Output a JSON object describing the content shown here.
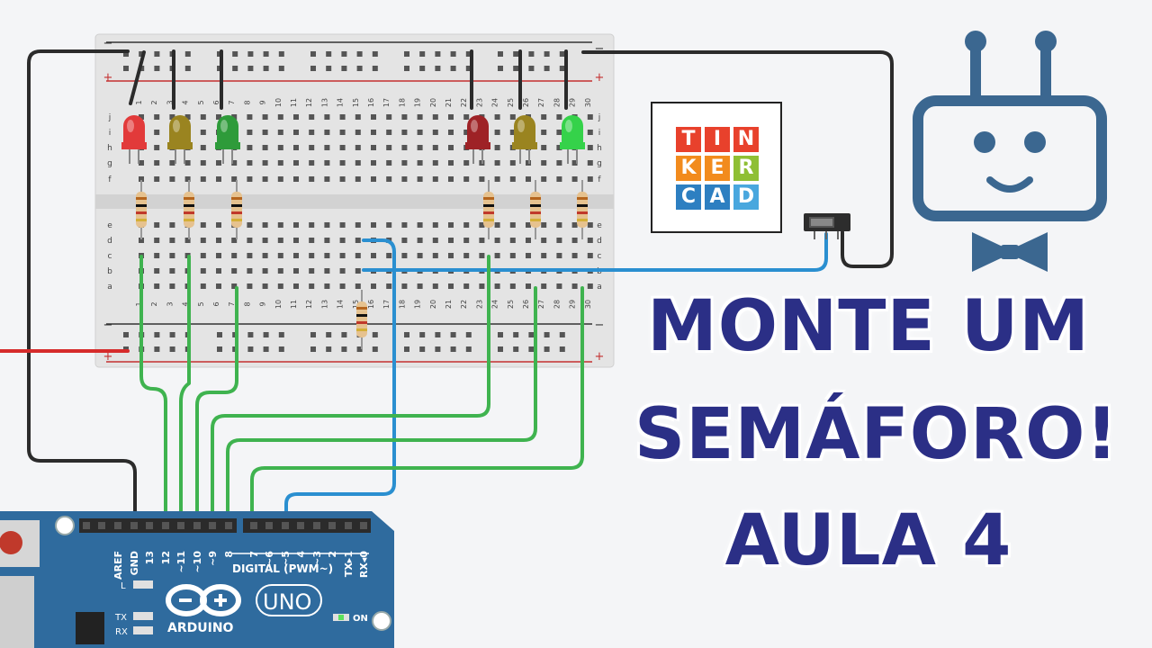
{
  "headline": {
    "line1": "MONTE UM",
    "line2": "SEMÁFORO!",
    "line3": "AULA 4"
  },
  "tinkercad_logo": {
    "letters": [
      {
        "char": "T",
        "color": "#e8412c"
      },
      {
        "char": "I",
        "color": "#e8412c"
      },
      {
        "char": "N",
        "color": "#e8412c"
      },
      {
        "char": "K",
        "color": "#f28b1d"
      },
      {
        "char": "E",
        "color": "#f28b1d"
      },
      {
        "char": "R",
        "color": "#8fbf34"
      },
      {
        "char": "C",
        "color": "#2d7fc1"
      },
      {
        "char": "A",
        "color": "#2d7fc1"
      },
      {
        "char": "D",
        "color": "#49a7de"
      }
    ]
  },
  "breadboard": {
    "top_rows": [
      "j",
      "i",
      "h",
      "g",
      "f"
    ],
    "bottom_rows": [
      "e",
      "d",
      "c",
      "b",
      "a"
    ],
    "columns": [
      "1",
      "2",
      "3",
      "4",
      "5",
      "6",
      "7",
      "8",
      "9",
      "10",
      "11",
      "12",
      "13",
      "14",
      "15",
      "16",
      "17",
      "18",
      "19",
      "20",
      "21",
      "22",
      "23",
      "24",
      "25",
      "26",
      "27",
      "28",
      "29",
      "30"
    ],
    "rail_minus": "−",
    "rail_plus": "+",
    "leds": [
      {
        "name": "red-led-left",
        "color": "#e23a3a"
      },
      {
        "name": "yellow-led-left",
        "color": "#9a8420"
      },
      {
        "name": "green-led-left",
        "color": "#2e9b3a"
      },
      {
        "name": "red-led-right",
        "color": "#9e2226"
      },
      {
        "name": "yellow-led-right",
        "color": "#9a8420"
      },
      {
        "name": "green-led-right",
        "color": "#35d24a"
      }
    ]
  },
  "arduino": {
    "pin_labels": [
      "AREF",
      "GND",
      "13",
      "12",
      "~11",
      "~10",
      "~9",
      "8",
      "7",
      "~6",
      "~5",
      "4",
      "~3",
      "2",
      "TX▸1",
      "RX◂0"
    ],
    "digital_label": "DIGITAL (PWM~)",
    "brand": "ARDUINO",
    "model": "UNO",
    "led_l": "L",
    "led_tx": "TX",
    "led_rx": "RX",
    "on_label": "ON"
  },
  "colors": {
    "board_blue": "#2f6b9e",
    "wire_green": "#3fb34f",
    "wire_blue": "#2a8fd0",
    "wire_black": "#2b2b2b",
    "wire_red": "#d62b2b",
    "robot": "#3b6790",
    "headline": "#2b2f86"
  }
}
